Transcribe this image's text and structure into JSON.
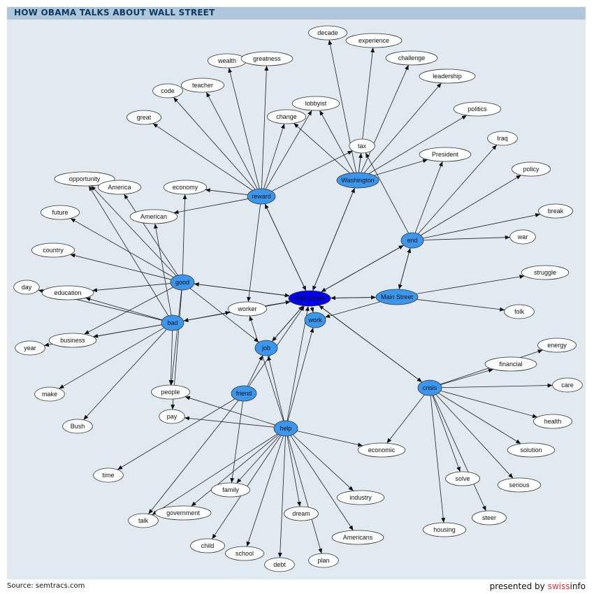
{
  "header": {
    "title": "HOW OBAMA TALKS ABOUT WALL STREET"
  },
  "footer": {
    "source": "Source: semtracs.com",
    "presented_by": "presented by",
    "brand_a": "swiss",
    "brand_b": "info"
  },
  "colors": {
    "center": "#0000ee",
    "hub": "#3b96ee",
    "leaf": "#ffffff",
    "header": "#b0c6da",
    "panel": "#e1e9f1"
  },
  "diagram": {
    "center": "Wall Street",
    "hubs": [
      "Main Street",
      "work",
      "job",
      "good",
      "bad",
      "friend",
      "help",
      "crisis",
      "end",
      "reward",
      "Washington"
    ],
    "leaves": [
      "decade",
      "experience",
      "challenge",
      "leadership",
      "politics",
      "Iraq",
      "President",
      "policy",
      "break",
      "war",
      "struggle",
      "folk",
      "energy",
      "financial",
      "care",
      "health",
      "solution",
      "serious",
      "solve",
      "steer",
      "housing",
      "economic",
      "industry",
      "Americans",
      "plan",
      "dream",
      "debt",
      "school",
      "child",
      "government",
      "family",
      "talk",
      "time",
      "pay",
      "people",
      "Bush",
      "make",
      "year",
      "business",
      "day",
      "education",
      "country",
      "future",
      "opportunity",
      "America",
      "American",
      "economy",
      "great",
      "code",
      "teacher",
      "wealth",
      "greatness",
      "change",
      "lobbyist",
      "tax",
      "worker"
    ],
    "edges": [
      [
        "reward",
        "great"
      ],
      [
        "reward",
        "code"
      ],
      [
        "reward",
        "teacher"
      ],
      [
        "reward",
        "wealth"
      ],
      [
        "reward",
        "greatness"
      ],
      [
        "reward",
        "change"
      ],
      [
        "reward",
        "lobbyist"
      ],
      [
        "reward",
        "tax"
      ],
      [
        "reward",
        "economy"
      ],
      [
        "reward",
        "American"
      ],
      [
        "reward",
        "worker"
      ],
      [
        "reward",
        "Wall Street"
      ],
      [
        "Wall Street",
        "reward"
      ],
      [
        "Washington",
        "decade"
      ],
      [
        "Washington",
        "experience"
      ],
      [
        "Washington",
        "challenge"
      ],
      [
        "Washington",
        "leadership"
      ],
      [
        "Washington",
        "politics"
      ],
      [
        "Washington",
        "President"
      ],
      [
        "Washington",
        "change"
      ],
      [
        "Washington",
        "lobbyist"
      ],
      [
        "Washington",
        "tax"
      ],
      [
        "Washington",
        "Wall Street"
      ],
      [
        "Wall Street",
        "Washington"
      ],
      [
        "end",
        "Iraq"
      ],
      [
        "end",
        "policy"
      ],
      [
        "end",
        "break"
      ],
      [
        "end",
        "war"
      ],
      [
        "end",
        "President"
      ],
      [
        "end",
        "tax"
      ],
      [
        "end",
        "Wall Street"
      ],
      [
        "Wall Street",
        "end"
      ],
      [
        "end",
        "Main Street"
      ],
      [
        "Main Street",
        "end"
      ],
      [
        "Main Street",
        "struggle"
      ],
      [
        "Main Street",
        "folk"
      ],
      [
        "Main Street",
        "work"
      ],
      [
        "Main Street",
        "Wall Street"
      ],
      [
        "Wall Street",
        "Main Street"
      ],
      [
        "crisis",
        "energy"
      ],
      [
        "crisis",
        "financial"
      ],
      [
        "crisis",
        "care"
      ],
      [
        "crisis",
        "health"
      ],
      [
        "crisis",
        "solution"
      ],
      [
        "crisis",
        "serious"
      ],
      [
        "crisis",
        "steer"
      ],
      [
        "crisis",
        "solve"
      ],
      [
        "crisis",
        "housing"
      ],
      [
        "crisis",
        "economic"
      ],
      [
        "crisis",
        "Wall Street"
      ],
      [
        "Wall Street",
        "crisis"
      ],
      [
        "help",
        "pay"
      ],
      [
        "help",
        "people"
      ],
      [
        "help",
        "economic"
      ],
      [
        "help",
        "industry"
      ],
      [
        "help",
        "Americans"
      ],
      [
        "help",
        "plan"
      ],
      [
        "help",
        "dream"
      ],
      [
        "help",
        "debt"
      ],
      [
        "help",
        "school"
      ],
      [
        "help",
        "child"
      ],
      [
        "help",
        "government"
      ],
      [
        "help",
        "family"
      ],
      [
        "help",
        "talk"
      ],
      [
        "help",
        "job"
      ],
      [
        "help",
        "Wall Street"
      ],
      [
        "help",
        "work"
      ],
      [
        "help",
        "worker"
      ],
      [
        "friend",
        "time"
      ],
      [
        "friend",
        "talk"
      ],
      [
        "friend",
        "family"
      ],
      [
        "friend",
        "job"
      ],
      [
        "friend",
        "Wall Street"
      ],
      [
        "good",
        "future"
      ],
      [
        "good",
        "opportunity"
      ],
      [
        "good",
        "America"
      ],
      [
        "good",
        "country"
      ],
      [
        "good",
        "education"
      ],
      [
        "good",
        "business"
      ],
      [
        "good",
        "people"
      ],
      [
        "good",
        "pay"
      ],
      [
        "good",
        "job"
      ],
      [
        "good",
        "economy"
      ],
      [
        "good",
        "Wall Street"
      ],
      [
        "Wall Street",
        "good"
      ],
      [
        "bad",
        "day"
      ],
      [
        "bad",
        "education"
      ],
      [
        "bad",
        "year"
      ],
      [
        "bad",
        "business"
      ],
      [
        "bad",
        "make"
      ],
      [
        "bad",
        "Bush"
      ],
      [
        "bad",
        "opportunity"
      ],
      [
        "bad",
        "American"
      ],
      [
        "bad",
        "people"
      ],
      [
        "bad",
        "worker"
      ],
      [
        "Wall Street",
        "bad"
      ],
      [
        "job",
        "Wall Street"
      ],
      [
        "Wall Street",
        "job"
      ],
      [
        "Wall Street",
        "work"
      ],
      [
        "worker",
        "Wall Street"
      ]
    ]
  }
}
